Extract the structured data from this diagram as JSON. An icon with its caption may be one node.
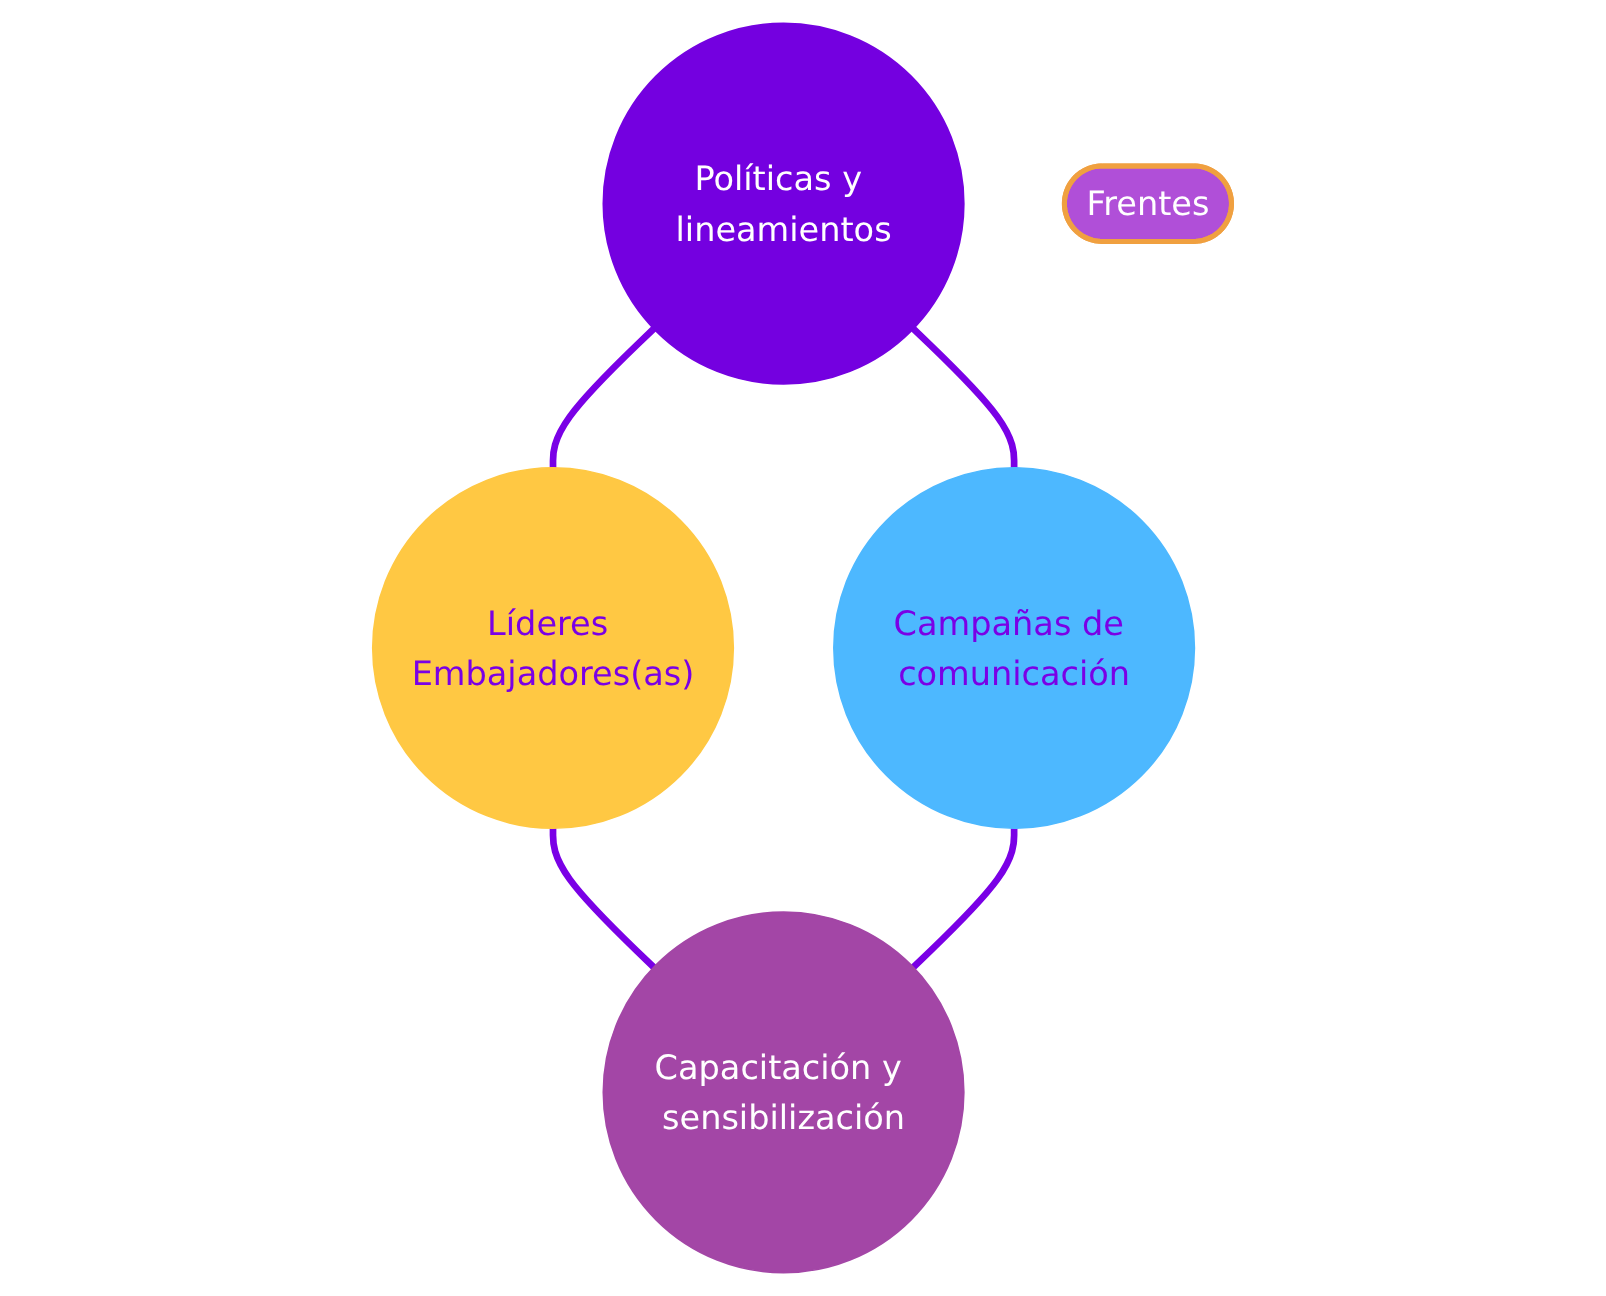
{
  "diagram": {
    "nodes": [
      {
        "text": [
          "Políticas y lineamientos"
        ]
      },
      {
        "text": [
          "Campañas de comunicación"
        ]
      },
      {
        "text": [
          "Frentes"
        ]
      },
      {
        "text": [
          "Líderes Embajadores(as)"
        ]
      },
      {
        "text": [
          "Capacitación y sensibilización"
        ]
      }
    ],
    "edges": [
      {
        "from": 0,
        "to": 3,
        "arrow": "none"
      },
      {
        "from": 3,
        "to": 4,
        "arrow": "none"
      },
      {
        "from": 1,
        "to": 4,
        "arrow": "none"
      },
      {
        "from": 0,
        "to": 1,
        "arrow": "none"
      }
    ]
  }
}
